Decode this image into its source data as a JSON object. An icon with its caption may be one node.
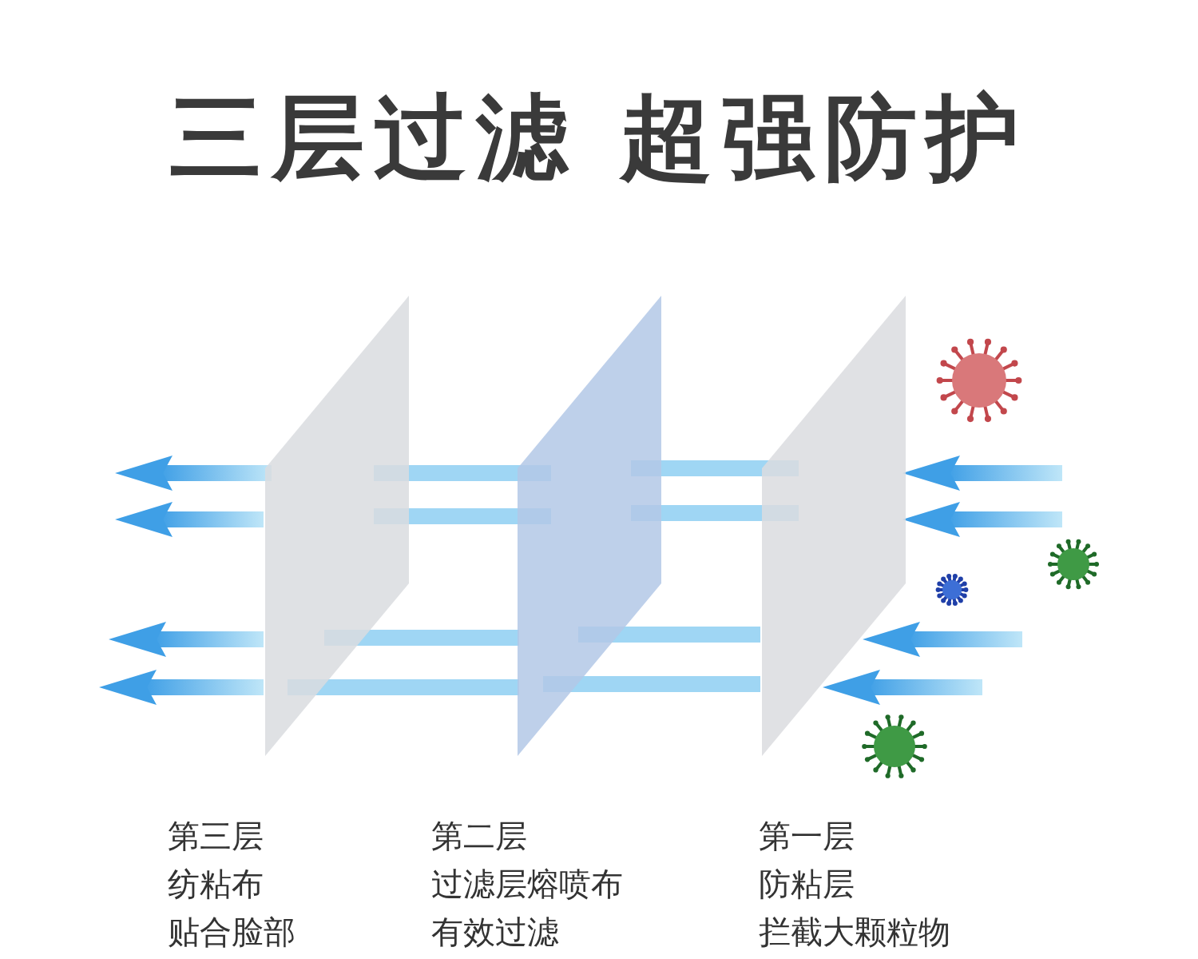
{
  "diagram": {
    "title": "三层过滤 超强防护",
    "nodes": [
      {
        "text": [],
        "shape": "parallelogram"
      },
      {
        "text": [],
        "shape": "parallelogram"
      },
      {
        "text": [],
        "shape": "parallelogram"
      }
    ],
    "labels": [
      "第三层",
      "第二层",
      "第一层",
      "纺粘布",
      "过滤层熔喷布",
      "防粘层",
      "贴合脸部",
      "有效过滤",
      "拦截大颗粒物"
    ]
  }
}
